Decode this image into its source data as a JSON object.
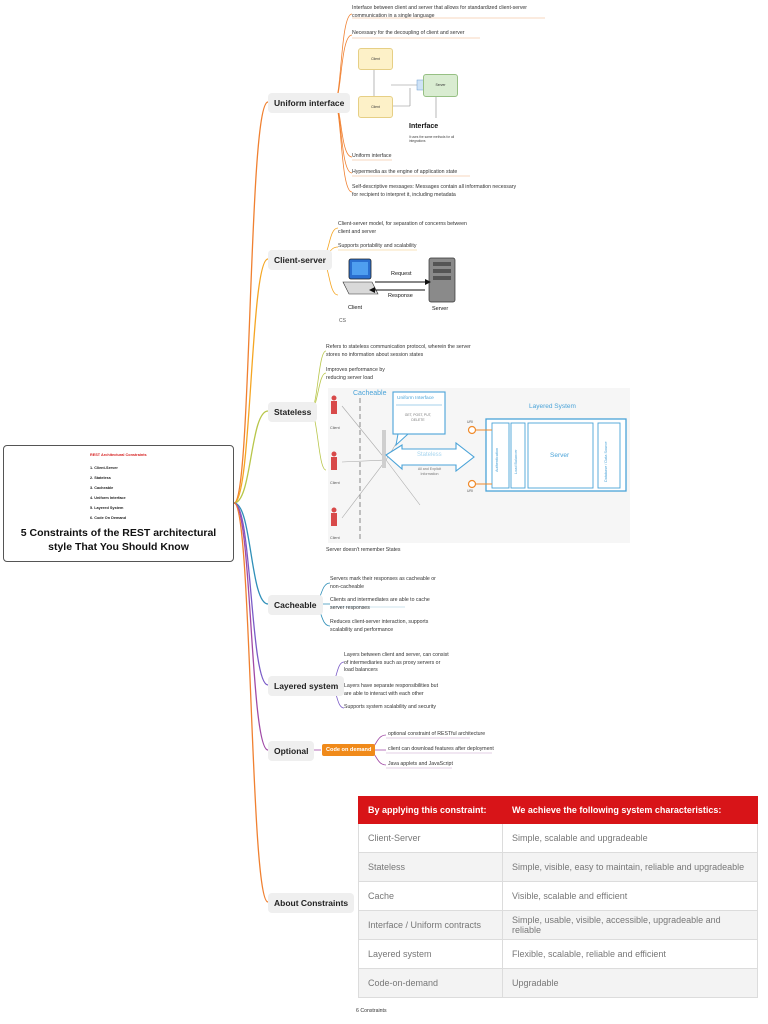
{
  "root": {
    "list_title": "REST Architectural Constraints",
    "list_items": [
      "1. Client-Server",
      "2. Stateless",
      "3. Cacheable",
      "4. Uniform Interface",
      "5. Layered System",
      "6. Code On Demand"
    ],
    "title": "5 Constraints of the REST architectural style That You Should Know"
  },
  "branches": {
    "uniform": "Uniform interface",
    "client_server": "Client-server",
    "stateless": "Stateless",
    "cacheable": "Cacheable",
    "layered": "Layered system",
    "optional": "Optional",
    "about": "About Constraints"
  },
  "uniform_notes": [
    "Interface between client and server that allows for standardized client-server communication in a single language",
    "Necessary for the decoupling of client and server",
    "Uniform interface",
    "Hypermedia as the engine of application state",
    "Self-descriptive messages: Messages contain all information necessary for recipient to interpret it, including metadata"
  ],
  "uniform_diagram": {
    "client_top": "Client",
    "client_bottom": "Client",
    "server": "Server",
    "interface_title": "Interface",
    "interface_desc": "It uses the same methods for all integrations"
  },
  "client_server_notes": [
    "Client-server model, for separation of concerns between client and server",
    "Supports portability and scalability"
  ],
  "client_server_diagram": {
    "request": "Request",
    "response": "Response",
    "client": "Client",
    "server": "Server",
    "caption": "CS"
  },
  "stateless_notes": [
    "Refers to stateless communication protocol, wherein the server stores no information about session states",
    "Improves performance by reducing server load",
    "Server doesn't remember States"
  ],
  "stateless_diagram": {
    "cacheable": "Cacheable",
    "uniform_interface": "Uniform Interface",
    "methods": "GET, POST, PUT, DELETE",
    "stateless": "Stateless",
    "all_explicit": "All and Explicit Information",
    "layered_system": "Layered System",
    "authentication": "Authentication",
    "load_balancer": "Load Balancer",
    "server": "Server",
    "database": "Database / Data Source",
    "uri": "URI",
    "client": "Client"
  },
  "cacheable_notes": [
    "Servers mark their responses as cacheable or non-cacheable",
    "Clients and intermediates are able to cache server responses",
    "Reduces client-server interaction, supports scalability and performance"
  ],
  "layered_notes": [
    "Layers between client and server, can consist of intermediaries such as proxy servers or load balancers",
    "Layers have separate responsibilities but are able to interact with each other",
    "Supports system scalability and security"
  ],
  "optional": {
    "code_on_demand": "Code on demand",
    "notes": [
      "optional constraint of RESTful architecture",
      "client can download features after deployment",
      "Java applets and JavaScript"
    ]
  },
  "constraints_table": {
    "headers": [
      "By applying this constraint:",
      "We achieve the following system characteristics:"
    ],
    "rows": [
      [
        "Client-Server",
        "Simple, scalable and upgradeable"
      ],
      [
        "Stateless",
        "Simple, visible, easy to maintain, reliable and upgradeable"
      ],
      [
        "Cache",
        "Visible, scalable and efficient"
      ],
      [
        "Interface / Uniform contracts",
        "Simple, usable, visible, accessible, upgradeable and reliable"
      ],
      [
        "Layered system",
        "Flexible, scalable, reliable and efficient"
      ],
      [
        "Code-on-demand",
        "Upgradable"
      ]
    ],
    "caption": "6 Constraints"
  },
  "colors": {
    "uniform": "#f08030",
    "client_server": "#f5a623",
    "stateless": "#b8c64a",
    "cacheable": "#2f8fb8",
    "layered": "#7a5bc7",
    "optional": "#a04aa6",
    "about": "#f08030",
    "accent_red": "#d81418"
  }
}
